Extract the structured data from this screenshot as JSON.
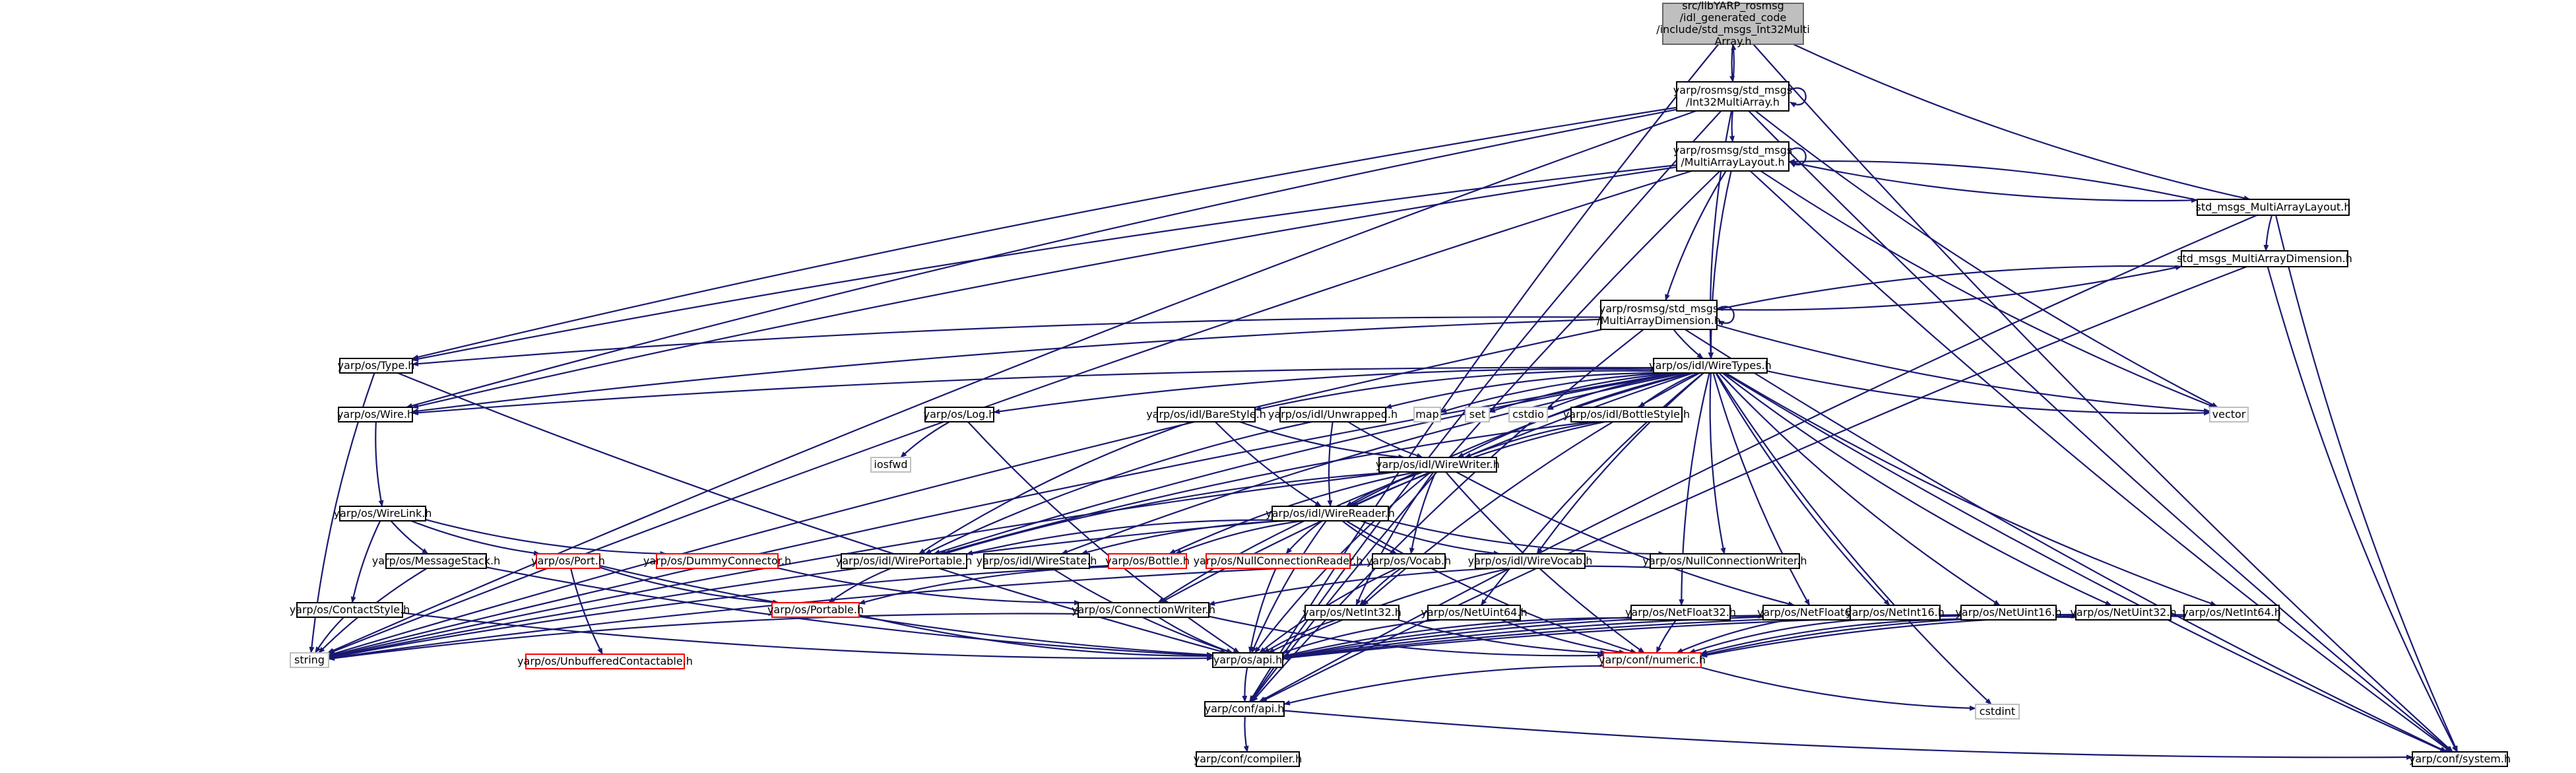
{
  "nodes": [
    {
      "id": "root",
      "lines": [
        "src/libYARP_rosmsg",
        "/idl_generated_code",
        "/include/std_msgs_Int32Multi",
        "Array.h"
      ],
      "style": "root"
    },
    {
      "id": "i32",
      "lines": [
        "yarp/rosmsg/std_msgs",
        "/Int32MultiArray.h"
      ]
    },
    {
      "id": "layout",
      "lines": [
        "yarp/rosmsg/std_msgs",
        "/MultiArrayLayout.h"
      ]
    },
    {
      "id": "compat_layout",
      "lines": [
        "std_msgs_MultiArrayLayout.h"
      ]
    },
    {
      "id": "compat_dim",
      "lines": [
        "std_msgs_MultiArrayDimension.h"
      ]
    },
    {
      "id": "dim",
      "lines": [
        "yarp/rosmsg/std_msgs",
        "/MultiArrayDimension.h"
      ]
    },
    {
      "id": "wiretypes",
      "lines": [
        "yarp/os/idl/WireTypes.h"
      ]
    },
    {
      "id": "type",
      "lines": [
        "yarp/os/Type.h"
      ]
    },
    {
      "id": "wire",
      "lines": [
        "yarp/os/Wire.h"
      ]
    },
    {
      "id": "log",
      "lines": [
        "yarp/os/Log.h"
      ]
    },
    {
      "id": "barestyle",
      "lines": [
        "yarp/os/idl/BareStyle.h"
      ]
    },
    {
      "id": "unwrapped",
      "lines": [
        "yarp/os/idl/Unwrapped.h"
      ]
    },
    {
      "id": "map",
      "lines": [
        "map"
      ],
      "style": "ext"
    },
    {
      "id": "set",
      "lines": [
        "set"
      ],
      "style": "ext"
    },
    {
      "id": "cstdio",
      "lines": [
        "cstdio"
      ],
      "style": "ext"
    },
    {
      "id": "bottlestyle",
      "lines": [
        "yarp/os/idl/BottleStyle.h"
      ]
    },
    {
      "id": "vector",
      "lines": [
        "vector"
      ],
      "style": "ext"
    },
    {
      "id": "iosfwd",
      "lines": [
        "iosfwd"
      ],
      "style": "ext"
    },
    {
      "id": "wirewriter",
      "lines": [
        "yarp/os/idl/WireWriter.h"
      ]
    },
    {
      "id": "wirelink",
      "lines": [
        "yarp/os/WireLink.h"
      ]
    },
    {
      "id": "wirereader",
      "lines": [
        "yarp/os/idl/WireReader.h"
      ]
    },
    {
      "id": "msgstack",
      "lines": [
        "yarp/os/MessageStack.h"
      ]
    },
    {
      "id": "port",
      "lines": [
        "yarp/os/Port.h"
      ],
      "style": "missing"
    },
    {
      "id": "dummyconn",
      "lines": [
        "yarp/os/DummyConnector.h"
      ],
      "style": "missing"
    },
    {
      "id": "wireportable",
      "lines": [
        "yarp/os/idl/WirePortable.h"
      ]
    },
    {
      "id": "wirestate",
      "lines": [
        "yarp/os/idl/WireState.h"
      ]
    },
    {
      "id": "bottle",
      "lines": [
        "yarp/os/Bottle.h"
      ],
      "style": "missing"
    },
    {
      "id": "nullconnreader",
      "lines": [
        "yarp/os/NullConnectionReader.h"
      ],
      "style": "missing"
    },
    {
      "id": "vocab",
      "lines": [
        "yarp/os/Vocab.h"
      ]
    },
    {
      "id": "wirevocab",
      "lines": [
        "yarp/os/idl/WireVocab.h"
      ]
    },
    {
      "id": "nullconnwriter",
      "lines": [
        "yarp/os/NullConnectionWriter.h"
      ]
    },
    {
      "id": "unbuffered",
      "lines": [
        "yarp/os/UnbufferedContactable.h"
      ],
      "style": "missing"
    },
    {
      "id": "contactstyle",
      "lines": [
        "yarp/os/ContactStyle.h"
      ]
    },
    {
      "id": "portable",
      "lines": [
        "yarp/os/Portable.h"
      ],
      "style": "missing"
    },
    {
      "id": "connwriter",
      "lines": [
        "yarp/os/ConnectionWriter.h"
      ]
    },
    {
      "id": "netint32",
      "lines": [
        "yarp/os/NetInt32.h"
      ]
    },
    {
      "id": "netuint64",
      "lines": [
        "yarp/os/NetUint64.h"
      ]
    },
    {
      "id": "netfloat32",
      "lines": [
        "yarp/os/NetFloat32.h"
      ]
    },
    {
      "id": "netfloat64",
      "lines": [
        "yarp/os/NetFloat64.h"
      ]
    },
    {
      "id": "netint16",
      "lines": [
        "yarp/os/NetInt16.h"
      ]
    },
    {
      "id": "netuint16",
      "lines": [
        "yarp/os/NetUint16.h"
      ]
    },
    {
      "id": "netuint32",
      "lines": [
        "yarp/os/NetUint32.h"
      ]
    },
    {
      "id": "netint64",
      "lines": [
        "yarp/os/NetInt64.h"
      ]
    },
    {
      "id": "string",
      "lines": [
        "string"
      ],
      "style": "ext"
    },
    {
      "id": "osapi",
      "lines": [
        "yarp/os/api.h"
      ]
    },
    {
      "id": "numeric",
      "lines": [
        "yarp/conf/numeric.h"
      ],
      "style": "missing"
    },
    {
      "id": "cstdint",
      "lines": [
        "cstdint"
      ],
      "style": "ext"
    },
    {
      "id": "confapi",
      "lines": [
        "yarp/conf/api.h"
      ]
    },
    {
      "id": "compiler",
      "lines": [
        "yarp/conf/compiler.h"
      ]
    },
    {
      "id": "system",
      "lines": [
        "yarp/conf/system.h"
      ]
    }
  ],
  "edges": [
    [
      "root",
      "i32"
    ],
    [
      "root",
      "compat_layout"
    ],
    [
      "root",
      "confapi"
    ],
    [
      "root",
      "system"
    ],
    [
      "i32",
      "root"
    ],
    [
      "i32",
      "i32"
    ],
    [
      "i32",
      "layout"
    ],
    [
      "i32",
      "wiretypes"
    ],
    [
      "i32",
      "type"
    ],
    [
      "i32",
      "wire"
    ],
    [
      "i32",
      "string"
    ],
    [
      "i32",
      "vector"
    ],
    [
      "i32",
      "system"
    ],
    [
      "i32",
      "confapi"
    ],
    [
      "layout",
      "layout"
    ],
    [
      "layout",
      "compat_layout"
    ],
    [
      "layout",
      "dim"
    ],
    [
      "layout",
      "wiretypes"
    ],
    [
      "layout",
      "type"
    ],
    [
      "layout",
      "wire"
    ],
    [
      "layout",
      "string"
    ],
    [
      "layout",
      "vector"
    ],
    [
      "layout",
      "system"
    ],
    [
      "layout",
      "confapi"
    ],
    [
      "compat_layout",
      "layout"
    ],
    [
      "compat_layout",
      "compat_dim"
    ],
    [
      "compat_layout",
      "confapi"
    ],
    [
      "compat_layout",
      "system"
    ],
    [
      "compat_dim",
      "dim"
    ],
    [
      "compat_dim",
      "confapi"
    ],
    [
      "compat_dim",
      "system"
    ],
    [
      "dim",
      "dim"
    ],
    [
      "dim",
      "compat_dim"
    ],
    [
      "dim",
      "wiretypes"
    ],
    [
      "dim",
      "type"
    ],
    [
      "dim",
      "wire"
    ],
    [
      "dim",
      "string"
    ],
    [
      "dim",
      "vector"
    ],
    [
      "dim",
      "system"
    ],
    [
      "dim",
      "confapi"
    ],
    [
      "wiretypes",
      "wire"
    ],
    [
      "wiretypes",
      "log"
    ],
    [
      "wiretypes",
      "barestyle"
    ],
    [
      "wiretypes",
      "unwrapped"
    ],
    [
      "wiretypes",
      "map"
    ],
    [
      "wiretypes",
      "set"
    ],
    [
      "wiretypes",
      "cstdio"
    ],
    [
      "wiretypes",
      "bottlestyle"
    ],
    [
      "wiretypes",
      "vector"
    ],
    [
      "wiretypes",
      "wirewriter"
    ],
    [
      "wiretypes",
      "wirereader"
    ],
    [
      "wiretypes",
      "wireportable"
    ],
    [
      "wiretypes",
      "wirestate"
    ],
    [
      "wiretypes",
      "wirevocab"
    ],
    [
      "wiretypes",
      "nullconnwriter"
    ],
    [
      "wiretypes",
      "connwriter"
    ],
    [
      "wiretypes",
      "netint32"
    ],
    [
      "wiretypes",
      "netuint64"
    ],
    [
      "wiretypes",
      "netfloat32"
    ],
    [
      "wiretypes",
      "netfloat64"
    ],
    [
      "wiretypes",
      "netint16"
    ],
    [
      "wiretypes",
      "netuint16"
    ],
    [
      "wiretypes",
      "netuint32"
    ],
    [
      "wiretypes",
      "netint64"
    ],
    [
      "wiretypes",
      "string"
    ],
    [
      "wiretypes",
      "cstdint"
    ],
    [
      "wiretypes",
      "system"
    ],
    [
      "type",
      "string"
    ],
    [
      "type",
      "osapi"
    ],
    [
      "wire",
      "wirelink"
    ],
    [
      "log",
      "iosfwd"
    ],
    [
      "log",
      "osapi"
    ],
    [
      "barestyle",
      "wireportable"
    ],
    [
      "barestyle",
      "wirereader"
    ],
    [
      "barestyle",
      "wirewriter"
    ],
    [
      "unwrapped",
      "wireportable"
    ],
    [
      "unwrapped",
      "wirereader"
    ],
    [
      "unwrapped",
      "wirewriter"
    ],
    [
      "bottlestyle",
      "wireportable"
    ],
    [
      "bottlestyle",
      "wirereader"
    ],
    [
      "bottlestyle",
      "wirewriter"
    ],
    [
      "wirewriter",
      "wirereader"
    ],
    [
      "wirewriter",
      "wireportable"
    ],
    [
      "wirewriter",
      "vocab"
    ],
    [
      "wirewriter",
      "bottle"
    ],
    [
      "wirewriter",
      "string"
    ],
    [
      "wirewriter",
      "connwriter"
    ],
    [
      "wirewriter",
      "netint32"
    ],
    [
      "wirewriter",
      "netfloat64"
    ],
    [
      "wirewriter",
      "numeric"
    ],
    [
      "wirewriter",
      "osapi"
    ],
    [
      "wirelink",
      "msgstack"
    ],
    [
      "wirelink",
      "port"
    ],
    [
      "wirelink",
      "dummyconn"
    ],
    [
      "wirelink",
      "contactstyle"
    ],
    [
      "wirereader",
      "wireportable"
    ],
    [
      "wirereader",
      "wirestate"
    ],
    [
      "wirereader",
      "bottle"
    ],
    [
      "wirereader",
      "nullconnreader"
    ],
    [
      "wirereader",
      "vocab"
    ],
    [
      "wirereader",
      "wirevocab"
    ],
    [
      "wirereader",
      "nullconnwriter"
    ],
    [
      "wirereader",
      "string"
    ],
    [
      "wirereader",
      "numeric"
    ],
    [
      "wirereader",
      "osapi"
    ],
    [
      "msgstack",
      "string"
    ],
    [
      "msgstack",
      "osapi"
    ],
    [
      "port",
      "unbuffered"
    ],
    [
      "port",
      "portable"
    ],
    [
      "port",
      "osapi"
    ],
    [
      "dummyconn",
      "connwriter"
    ],
    [
      "wireportable",
      "portable"
    ],
    [
      "wirestate",
      "osapi"
    ],
    [
      "bottle",
      "string"
    ],
    [
      "bottle",
      "portable"
    ],
    [
      "nullconnreader",
      "osapi"
    ],
    [
      "vocab",
      "string"
    ],
    [
      "vocab",
      "netint32"
    ],
    [
      "vocab",
      "osapi"
    ],
    [
      "wirevocab",
      "osapi"
    ],
    [
      "nullconnwriter",
      "connwriter"
    ],
    [
      "contactstyle",
      "string"
    ],
    [
      "contactstyle",
      "osapi"
    ],
    [
      "portable",
      "osapi"
    ],
    [
      "connwriter",
      "string"
    ],
    [
      "connwriter",
      "osapi"
    ],
    [
      "connwriter",
      "numeric"
    ],
    [
      "netint32",
      "osapi"
    ],
    [
      "netint32",
      "numeric"
    ],
    [
      "netuint64",
      "osapi"
    ],
    [
      "netuint64",
      "numeric"
    ],
    [
      "netfloat32",
      "osapi"
    ],
    [
      "netfloat32",
      "numeric"
    ],
    [
      "netfloat64",
      "osapi"
    ],
    [
      "netfloat64",
      "numeric"
    ],
    [
      "netint16",
      "osapi"
    ],
    [
      "netint16",
      "numeric"
    ],
    [
      "netuint16",
      "osapi"
    ],
    [
      "netuint16",
      "numeric"
    ],
    [
      "netuint32",
      "osapi"
    ],
    [
      "netuint32",
      "numeric"
    ],
    [
      "netint64",
      "osapi"
    ],
    [
      "netint64",
      "numeric"
    ],
    [
      "osapi",
      "confapi"
    ],
    [
      "numeric",
      "confapi"
    ],
    [
      "numeric",
      "cstdint"
    ],
    [
      "confapi",
      "compiler"
    ],
    [
      "confapi",
      "system"
    ]
  ]
}
